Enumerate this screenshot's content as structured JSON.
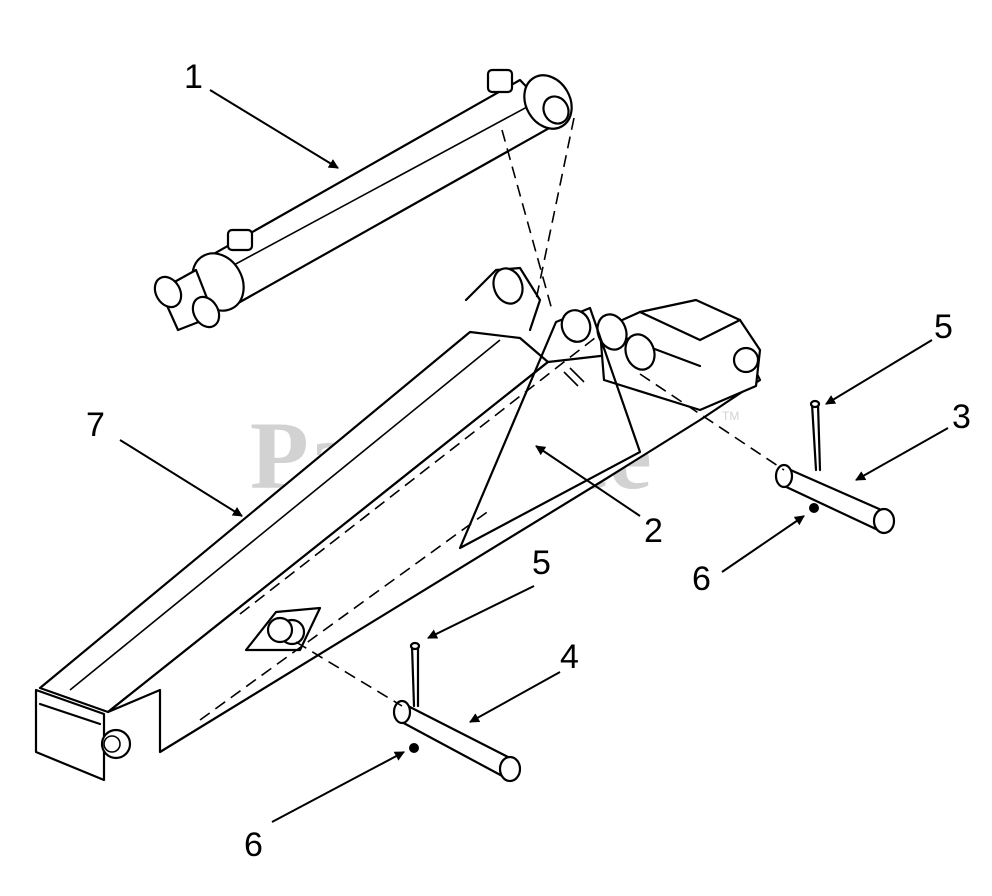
{
  "watermark": {
    "text": "PartsTree",
    "tm": "TM"
  },
  "callouts": [
    {
      "id": "c1",
      "label": "1"
    },
    {
      "id": "c2",
      "label": "2"
    },
    {
      "id": "c3",
      "label": "3"
    },
    {
      "id": "c4",
      "label": "4"
    },
    {
      "id": "c5a",
      "label": "5"
    },
    {
      "id": "c5b",
      "label": "5"
    },
    {
      "id": "c6a",
      "label": "6"
    },
    {
      "id": "c6b",
      "label": "6"
    },
    {
      "id": "c7",
      "label": "7"
    }
  ]
}
